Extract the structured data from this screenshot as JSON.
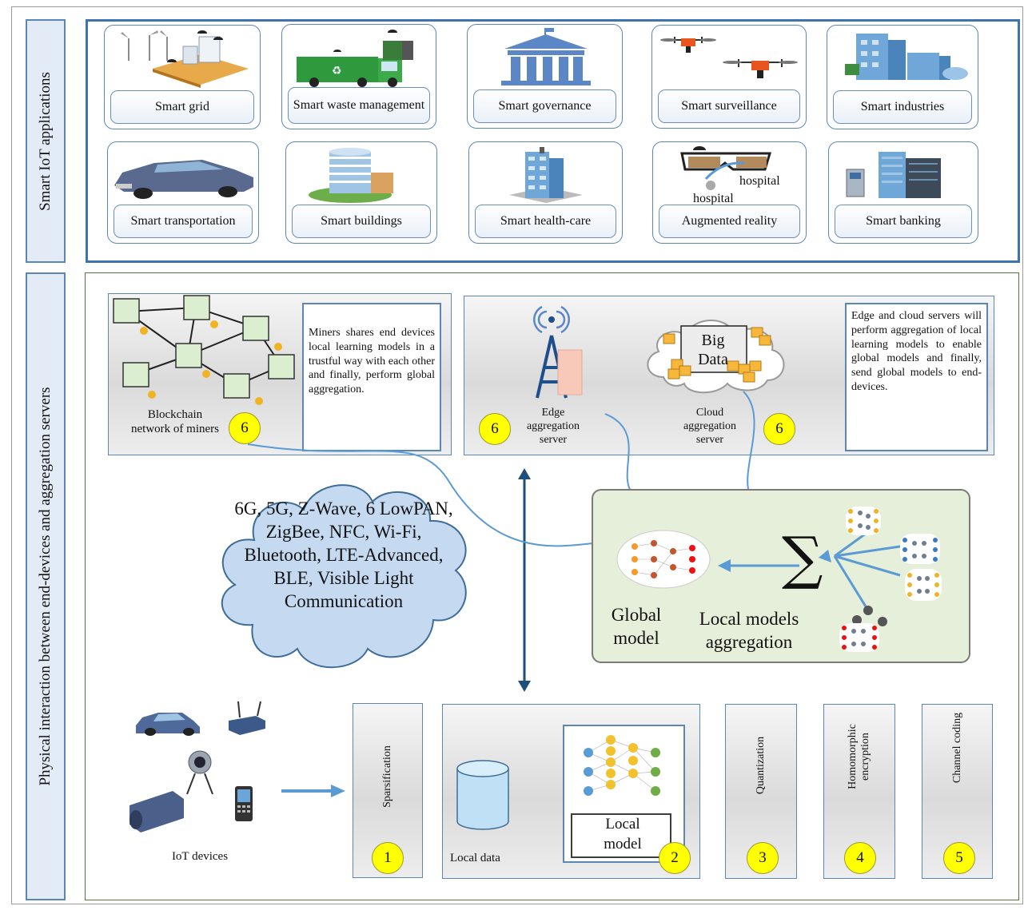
{
  "side_labels": {
    "top": "Smart IoT applications",
    "bottom": "Physical interaction between end-devices and aggregation servers"
  },
  "applications": [
    {
      "label": "Smart grid",
      "icon": "wind-turbine-grid-icon"
    },
    {
      "label": "Smart waste management",
      "icon": "garbage-truck-icon"
    },
    {
      "label": "Smart governance",
      "icon": "government-building-icon"
    },
    {
      "label": "Smart surveillance",
      "icon": "drone-icon"
    },
    {
      "label": "Smart industries",
      "icon": "factory-icon"
    },
    {
      "label": "Smart transportation",
      "icon": "car-icon"
    },
    {
      "label": "Smart buildings",
      "icon": "office-building-icon"
    },
    {
      "label": "Smart health-care",
      "icon": "hospital-building-icon"
    },
    {
      "label": "Augmented reality",
      "icon": "ar-glasses-icon",
      "overlay": [
        "hospital",
        "hospital"
      ]
    },
    {
      "label": "Smart banking",
      "icon": "bank-atm-icon"
    }
  ],
  "blockchain": {
    "label": "Blockchain network of miners",
    "description": "Miners shares end devices local learning models in a trustful way with each other and finally, perform global aggregation.",
    "step": "6"
  },
  "servers": {
    "edge_label": "Edge aggregation server",
    "edge_step": "6",
    "big_data": "Big Data",
    "cloud_label": "Cloud aggregation server",
    "cloud_step": "6",
    "description": "Edge and cloud servers will perform aggregation of local learning models to enable global models and finally, send global models to end-devices."
  },
  "communication": {
    "text": "6G, 5G, Z-Wave, 6 LowPAN, ZigBee, NFC, Wi-Fi, Bluetooth, LTE-Advanced, BLE, Visible Light Communication"
  },
  "aggregation": {
    "global_model": "Global model",
    "local_models": "Local models aggregation",
    "sum_symbol": "∑"
  },
  "iot": {
    "label": "IoT devices"
  },
  "pipeline": {
    "sparsification": {
      "label": "Sparsification",
      "step": "1"
    },
    "local_data": "Local data",
    "local_model": {
      "label": "Local model",
      "step": "2"
    },
    "quantization": {
      "label": "Quantization",
      "step": "3"
    },
    "homomorphic": {
      "label": "Homomorphic encryption",
      "step": "4"
    },
    "channel": {
      "label": "Channel coding",
      "step": "5"
    }
  },
  "colors": {
    "panel_blue": "#3d74ad",
    "label_bg": "#e3ecf6",
    "agg_green": "#e6efd9",
    "step_yellow": "#ffff00",
    "cloud_fill": "#c5d9f1",
    "connector": "#5b9bd5"
  }
}
